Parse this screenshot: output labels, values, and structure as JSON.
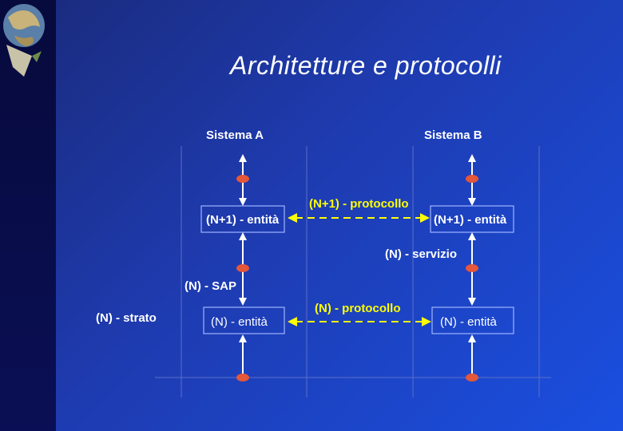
{
  "slide": {
    "title": "Architetture e protocolli"
  },
  "diagram": {
    "system_a": "Sistema A",
    "system_b": "Sistema B",
    "entity_n1_a": "(N+1) - entità",
    "entity_n1_b": "(N+1) - entità",
    "entity_n_a": "(N) - entità",
    "entity_n_b": "(N) - entità",
    "protocol_n1": "(N+1) - protocollo",
    "protocol_n": "(N) - protocollo",
    "service_n": "(N) - servizio",
    "sap_n": "(N) - SAP",
    "layer_n": "(N) - strato",
    "colors": {
      "background": "#1e3bb0",
      "protocol_line": "#ffff00",
      "sap_point": "#e4573a",
      "text": "#ffffff"
    }
  }
}
